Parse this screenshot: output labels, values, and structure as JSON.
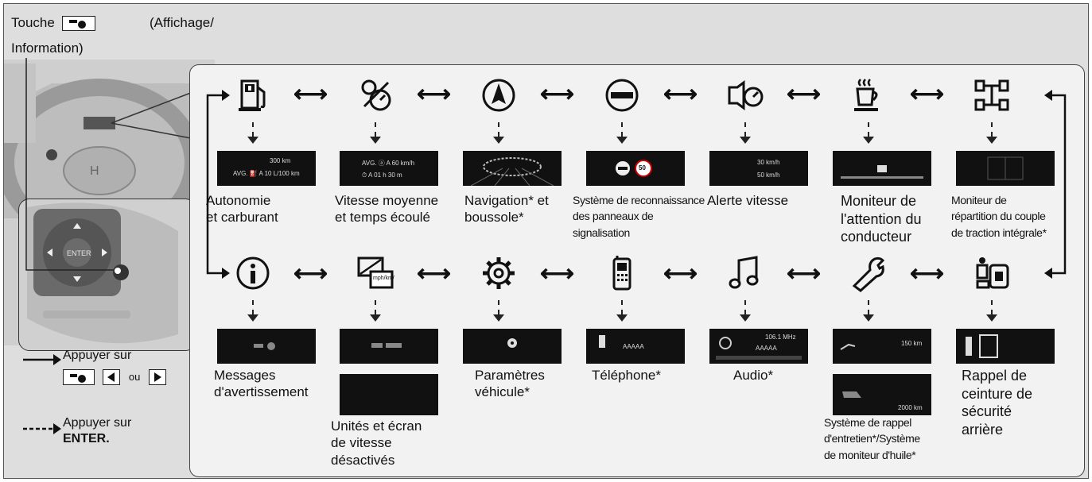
{
  "header": {
    "touche": "Touche",
    "affichage": "(Affichage/",
    "information": "Information)"
  },
  "legend": {
    "press_on": "Appuyer sur",
    "ou": "ou",
    "press_on_2": "Appuyer sur",
    "enter": "ENTER."
  },
  "top_row": [
    {
      "icon": "fuel-pump-icon",
      "label": "Autonomie\net carburant"
    },
    {
      "icon": "average-speed-icon",
      "label": "Vitesse moyenne\net temps écoulé"
    },
    {
      "icon": "compass-icon",
      "label": "Navigation* et\nboussole*"
    },
    {
      "icon": "traffic-sign-icon",
      "label": "Système de reconnaissance\ndes panneaux de\nsignalisation"
    },
    {
      "icon": "speed-alert-icon",
      "label": "Alerte vitesse"
    },
    {
      "icon": "coffee-cup-icon",
      "label": "Moniteur de\nl'attention du\nconducteur"
    },
    {
      "icon": "awd-torque-icon",
      "label": "Moniteur de\nrépartition du couple\nde traction intégrale*"
    }
  ],
  "bottom_row": [
    {
      "icon": "information-icon",
      "label": "Messages\nd'avertissement"
    },
    {
      "icon": "units-screen-icon",
      "label": "Unités et écran\nde vitesse\ndésactivés"
    },
    {
      "icon": "settings-gear-icon",
      "label": "Paramètres\nvéhicule*"
    },
    {
      "icon": "phone-icon",
      "label": "Téléphone*"
    },
    {
      "icon": "music-note-icon",
      "label": "Audio*"
    },
    {
      "icon": "wrench-icon",
      "label": "Système de rappel\nd'entretien*/Système\nde moniteur d'huile*"
    },
    {
      "icon": "rear-seatbelt-icon",
      "label": "Rappel de\nceinture de\nsécurité\narrière"
    }
  ],
  "screens": {
    "s1_line1": "300 km",
    "s1_line2": "AVG. ⛽ A   10 L/100 km",
    "s2_line1": "AVG. ⓐ A   60 km/h",
    "s2_line2": "⏱ A   01 h 30 m",
    "s4_sign": "50",
    "s5_line1": "30 km/h",
    "s5_line2": "50 km/h",
    "s_phone": "AAAAA",
    "s_audio1": "106.1 MHz",
    "s_audio2": "AAAAA",
    "s_oil1": "150 km",
    "s_oil2": "2000 km",
    "units_icon": "mph/km/h"
  },
  "colors": {
    "background": "#dedede",
    "panel": "#f2f2f2",
    "screen": "#111111",
    "ink": "#111111"
  }
}
